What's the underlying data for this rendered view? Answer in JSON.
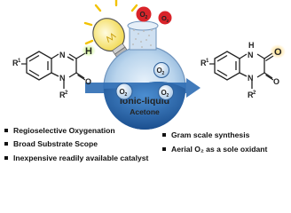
{
  "flask": {
    "label_line1": "Ionic-liquid",
    "label_line2": "Acetone",
    "o2_bubble_label": "O",
    "o2_subscript": "2"
  },
  "reactant": {
    "r1": "R",
    "r1_sup": "1",
    "n_label": "N",
    "r2": "R",
    "r2_sup": "2",
    "h_label": "H",
    "o_label": "O"
  },
  "product": {
    "r1": "R",
    "r1_sup": "1",
    "nh_label": "N",
    "h_label": "H",
    "n_label": "N",
    "r2": "R",
    "r2_sup": "2",
    "o_top_label": "O",
    "o_bottom_label": "O"
  },
  "bullets": {
    "left": [
      "Regioselective Oxygenation",
      "Broad Substrate Scope",
      "Inexpensive readily available catalyst"
    ],
    "right": [
      "Gram scale synthesis",
      "Aerial O₂ as a sole oxidant"
    ]
  },
  "colors": {
    "flask_liquid": "#1f5fa8",
    "bulb": "#f6e27a",
    "highlight_h": "#3a8a2e",
    "highlight_glow": "#b8f06a",
    "highlight_o": "#ff8a1a",
    "arrow": "#2e6db4"
  }
}
